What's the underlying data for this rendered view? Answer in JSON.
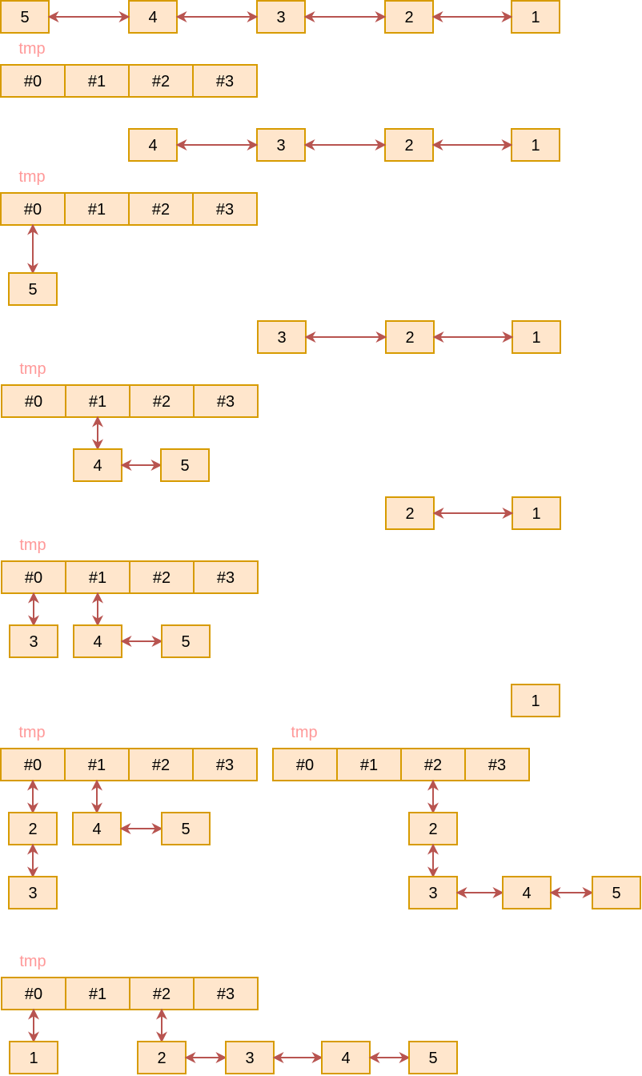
{
  "colors": {
    "node_fill": "#ffe6cc",
    "node_border": "#d79b00",
    "arrow": "#b85450",
    "tmp_label": "#ff9999"
  },
  "slot_labels": [
    "#0",
    "#1",
    "#2",
    "#3"
  ],
  "tmp_label": "tmp",
  "steps": [
    {
      "list": [
        "5",
        "4",
        "3",
        "2",
        "1"
      ],
      "tmp_arrays": [
        {
          "label": "tmp",
          "slots": {
            "#0": [],
            "#1": [],
            "#2": [],
            "#3": []
          }
        }
      ]
    },
    {
      "list": [
        "4",
        "3",
        "2",
        "1"
      ],
      "tmp_arrays": [
        {
          "label": "tmp",
          "slots": {
            "#0": [
              "5"
            ],
            "#1": [],
            "#2": [],
            "#3": []
          }
        }
      ]
    },
    {
      "list": [
        "3",
        "2",
        "1"
      ],
      "tmp_arrays": [
        {
          "label": "tmp",
          "slots": {
            "#0": [],
            "#1": [
              "4",
              "5"
            ],
            "#2": [],
            "#3": []
          }
        }
      ]
    },
    {
      "list": [
        "2",
        "1"
      ],
      "tmp_arrays": [
        {
          "label": "tmp",
          "slots": {
            "#0": [
              "3"
            ],
            "#1": [
              "4",
              "5"
            ],
            "#2": [],
            "#3": []
          }
        }
      ]
    },
    {
      "list": [
        "1"
      ],
      "tmp_arrays": [
        {
          "label": "tmp",
          "slots": {
            "#0": [
              "2",
              "3"
            ],
            "#1": [
              "4",
              "5"
            ],
            "#2": [],
            "#3": []
          }
        },
        {
          "label": "tmp",
          "slots": {
            "#0": [],
            "#1": [],
            "#2": [
              "2",
              "3",
              "4",
              "5"
            ],
            "#3": []
          }
        }
      ]
    },
    {
      "list": [],
      "tmp_arrays": [
        {
          "label": "tmp",
          "slots": {
            "#0": [
              "1"
            ],
            "#1": [],
            "#2": [
              "2",
              "3",
              "4",
              "5"
            ],
            "#3": []
          }
        }
      ]
    }
  ]
}
